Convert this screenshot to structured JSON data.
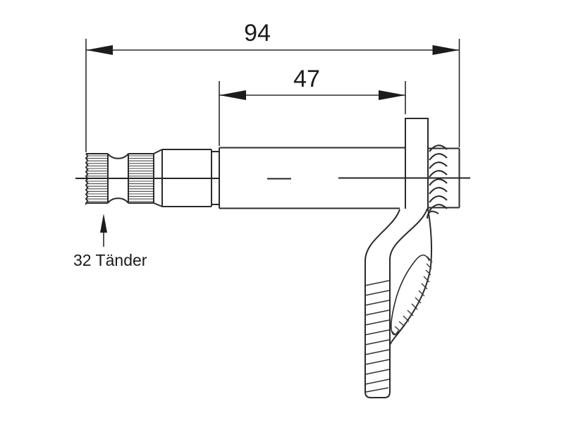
{
  "drawing": {
    "type": "technical-drawing",
    "part": "splined shaft with lever arm",
    "dim_overall_label": "94",
    "dim_shaft_label": "47",
    "spline_note_label": "32 Tänder",
    "colors": {
      "background": "#ffffff",
      "line": "#2b2b2b",
      "text": "#1b1b1b"
    }
  }
}
